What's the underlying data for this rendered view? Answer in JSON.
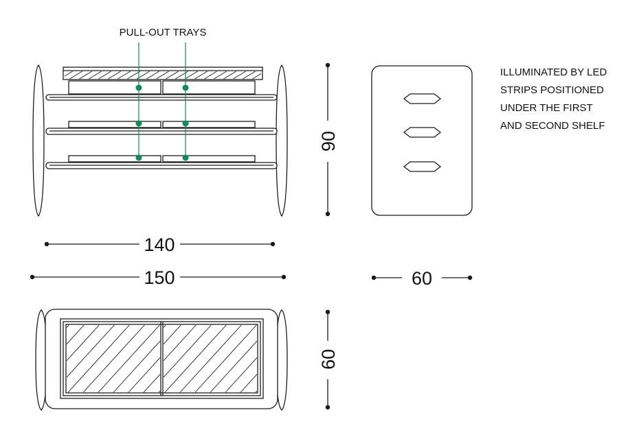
{
  "annotations": {
    "pull_out_trays": "PULL-OUT TRAYS",
    "led_note": [
      "ILLUMINATED BY LED",
      "STRIPS POSITIONED",
      "UNDER THE FIRST",
      "AND SECOND SHELF"
    ]
  },
  "dimensions": {
    "front_height": "90",
    "inner_width": "140",
    "overall_width": "150",
    "side_depth": "60",
    "plan_depth": "60"
  },
  "colors": {
    "line": "#1a1a1a",
    "marker": "#138a5a",
    "background": "#ffffff"
  }
}
